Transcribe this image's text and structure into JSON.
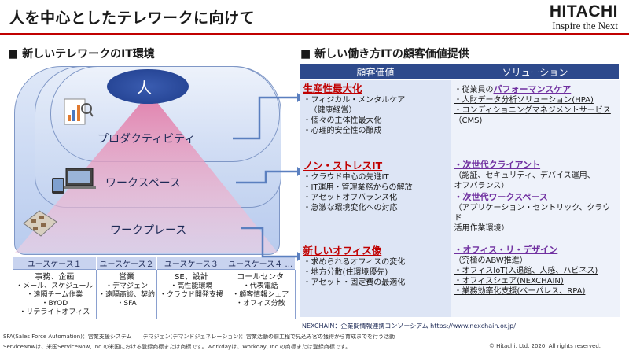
{
  "header": {
    "title": "人を中心としたテレワークに向けて",
    "logo_brand": "HITACHI",
    "logo_tagline": "Inspire the Next"
  },
  "left": {
    "heading": "■ 新しいテレワークのIT環境",
    "top_label": "人",
    "layers": [
      "プロダクティビティ",
      "ワークスペース",
      "ワークプレース"
    ],
    "usecases": {
      "headers": [
        "ユースケース１",
        "ユースケース２",
        "ユースケース３",
        "ユースケース４ …"
      ],
      "subjects": [
        "事務、企画",
        "営業",
        "SE、設計",
        "コールセンタ"
      ],
      "details": [
        [
          "・メール、スケジュール",
          "・遠隔チーム作業",
          "・BYOD",
          "・リテライトオフィス"
        ],
        [
          "・デマジェン",
          "・遠隔商談、契約",
          "・SFA"
        ],
        [
          "・高性能環境",
          "・クラウド開発支援"
        ],
        [
          "・代表電話",
          "・顧客情報シェア",
          "・オフィス分散"
        ]
      ]
    }
  },
  "right": {
    "heading": "■ 新しい働き方ITの顧客価値提供",
    "col_value": "顧客価値",
    "col_solution": "ソリューション",
    "rows": [
      {
        "value_title": "生産性最大化",
        "value_items": [
          "・フィジカル・メンタルケア",
          "（健康経営）",
          "・個々の主体性最大化",
          "・心理的安全性の醸成"
        ],
        "solutions": [
          {
            "prefix": "・従業員の",
            "emph": "パフォーマンスケア"
          },
          {
            "plain": "・人財データ分析ソリューション(HPA)"
          },
          {
            "plain": "・コンディショニングマネジメントサービス"
          },
          {
            "plain": "（CMS)"
          }
        ]
      },
      {
        "value_title": "ノン・ストレスIT",
        "value_items": [
          "・クラウド中心の先進IT",
          "・IT運用・管理業務からの解放",
          "・アセットオフバランス化",
          "・急激な環境変化への対応"
        ],
        "solutions": [
          {
            "emph_only": "・次世代クライアント"
          },
          {
            "plain": "（認証、セキュリティ、デバイス運用、"
          },
          {
            "plain": "オフバランス）"
          },
          {
            "emph_only": "・次世代ワークスペース"
          },
          {
            "plain": "（アプリケーション・セントリック、クラウド"
          },
          {
            "plain": "活用作業環境）"
          }
        ]
      },
      {
        "value_title": "新しいオフィス像",
        "value_items": [
          "・求められるオフィスの変化",
          "・地方分散(住環境優先)",
          "・アセット・固定費の最適化"
        ],
        "solutions": [
          {
            "emph_only": "・オフィス・リ・デザイン"
          },
          {
            "plain": "（究極のABW推進）"
          },
          {
            "plain": "・オフィスIoT(入退館、人感、ハビネス)"
          },
          {
            "plain": "・オフィスシェア(NEXCHAIN)"
          },
          {
            "plain": "・業務効率化支援(ペーパレス、RPA)"
          }
        ]
      }
    ]
  },
  "footer": {
    "nexchain": "NEXCHAIN：企業間情報連携コンソーシアム  https://www.nexchain.or.jp/",
    "note1": "SFA(Sales Force Automation)：営業支援システム　　デマジェン(デマンドジェネレーション)：営業活動の前工程で見込み客の獲得から育成までを行う活動",
    "note2": "ServiceNowは、米国ServiceNow, Inc.の米国における登録商標または商標です。Workdayは、Workday, Inc.の商標または登録商標です。",
    "copyright": "© Hitachi, Ltd. 2020. All rights reserved."
  },
  "colors": {
    "accent_red": "#c00000",
    "header_blue": "#2e4a8c",
    "solution_purple": "#7030a0",
    "person_blue": "#1f3d8c"
  }
}
